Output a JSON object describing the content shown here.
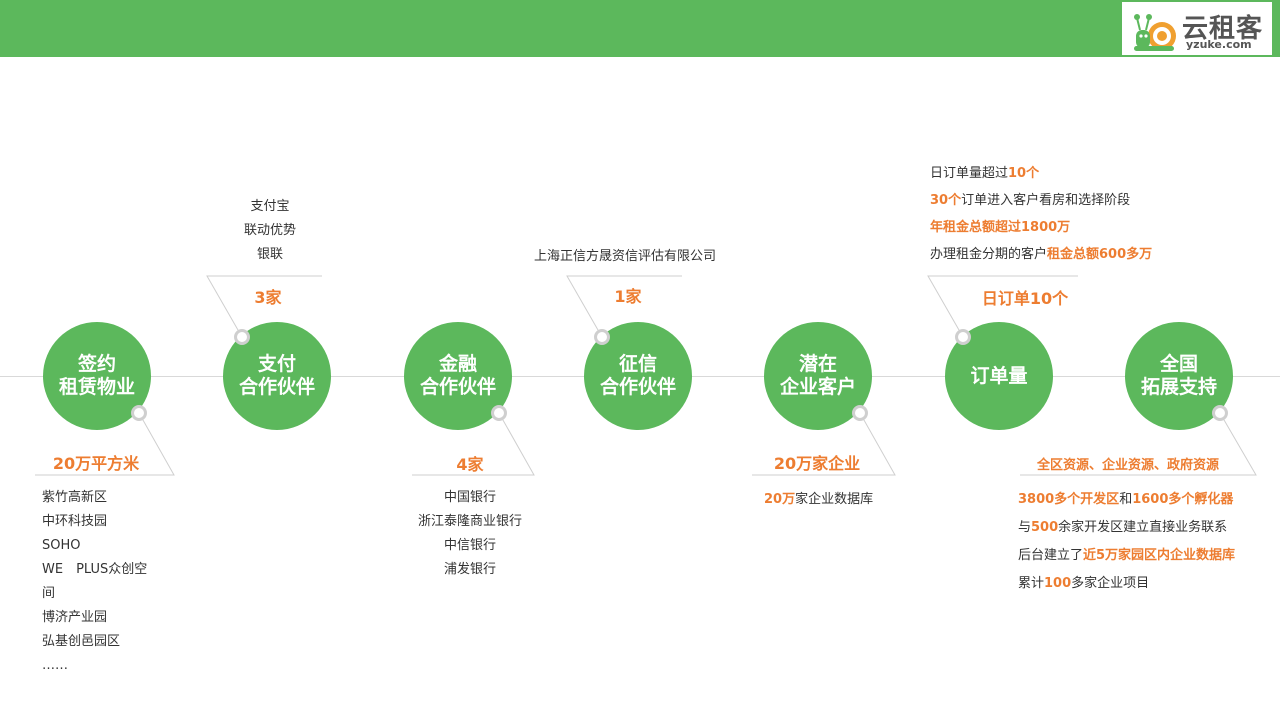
{
  "logo": {
    "name": "云租客",
    "domain": "yzuke.com"
  },
  "colors": {
    "green": "#5cb85c",
    "orange": "#ed7d31",
    "line": "#d9d9d9"
  },
  "nodes": [
    {
      "line1": "签约",
      "line2": "租赁物业"
    },
    {
      "line1": "支付",
      "line2": "合作伙伴"
    },
    {
      "line1": "金融",
      "line2": "合作伙伴"
    },
    {
      "line1": "征信",
      "line2": "合作伙伴"
    },
    {
      "line1": "潜在",
      "line2": "企业客户"
    },
    {
      "line1": "订单量"
    },
    {
      "line1": "全国",
      "line2": "拓展支持"
    }
  ],
  "property": {
    "highlight": "20万平方米",
    "items": [
      "紫竹高新区",
      "中环科技园",
      "SOHO",
      "WE　PLUS众创空",
      "间",
      "博济产业园",
      "弘基创邑园区",
      "……"
    ]
  },
  "payment": {
    "items": [
      "支付宝",
      "联动优势",
      "银联"
    ],
    "highlight": "3家"
  },
  "finance": {
    "highlight": "4家",
    "items": [
      "中国银行",
      "浙江泰隆商业银行",
      "中信银行",
      "浦发银行"
    ]
  },
  "credit": {
    "item": "上海正信方晟资信评估有限公司",
    "highlight": "1家"
  },
  "enterprise": {
    "highlight": "20万家企业",
    "item_num": "20万",
    "item_text": "家企业数据库"
  },
  "orders": {
    "l1_text": "日订单量超过",
    "l1_num": "10个",
    "l2_num": "30个",
    "l2_text": "订单进入客户看房和选择阶段",
    "l3": "年租金总额超过1800万",
    "l4_text": "办理租金分期的客户",
    "l4_num": "租金总额600多万",
    "highlight": "日订单10个"
  },
  "national": {
    "highlight": "全区资源、企业资源、政府资源",
    "r1_a": "3800多个开发区",
    "r1_b": "和",
    "r1_c": "1600多个孵化器",
    "r2_a": "与",
    "r2_b": "500",
    "r2_c": "余家开发区建立直接业务联系",
    "r3_a": "后台建立了",
    "r3_b": "近5万家园区内企业数据库",
    "r4_a": "累计",
    "r4_b": "100",
    "r4_c": "多家企业项目"
  }
}
